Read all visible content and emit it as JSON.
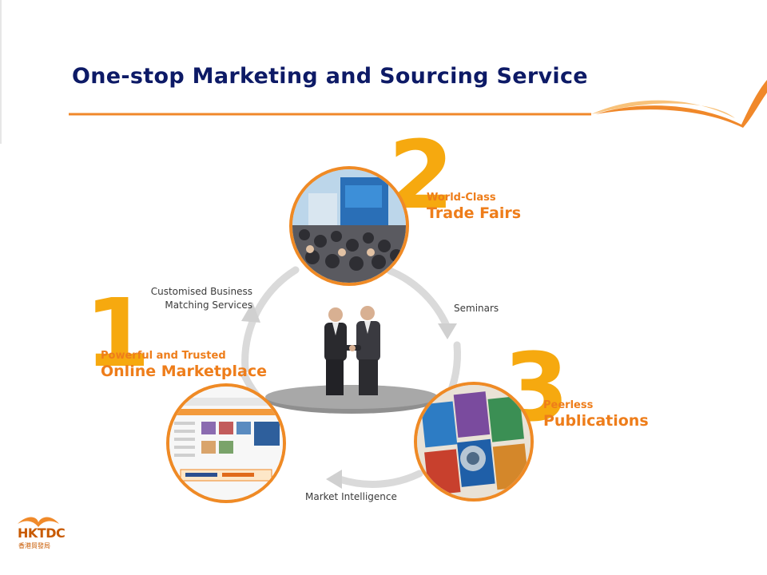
{
  "slide": {
    "title": "One-stop Marketing and Sourcing Service"
  },
  "pillars": [
    {
      "number": "1",
      "line1": "Powerful and Trusted",
      "line2": "Online Marketplace"
    },
    {
      "number": "2",
      "line1": "World-Class",
      "line2": "Trade Fairs"
    },
    {
      "number": "3",
      "line1": "Peerless",
      "line2": "Publications"
    }
  ],
  "flows": {
    "matching_line1": "Customised Business",
    "matching_line2": "Matching Services",
    "seminars": "Seminars",
    "market_intelligence": "Market Intelligence"
  },
  "logo": {
    "name": "HKTDC",
    "chinese": "香港貿發局"
  },
  "colors": {
    "title": "#0d1a66",
    "accent_orange": "#ee7d1a",
    "number_yellow": "#f6a90f",
    "arrow_grey": "#d9d9d9"
  }
}
